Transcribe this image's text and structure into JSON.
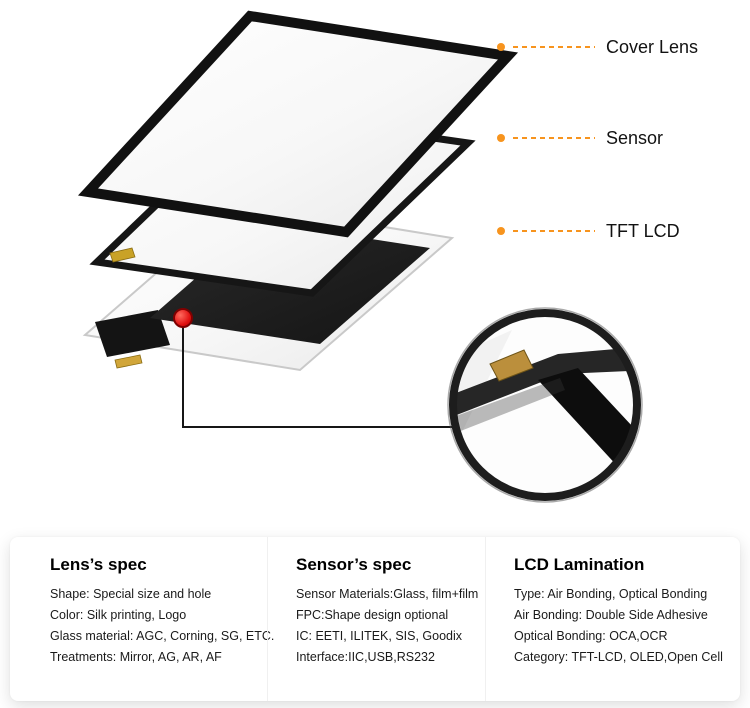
{
  "accent_color": "#f7941e",
  "marker_color": "#d40000",
  "diagram": {
    "callouts": [
      {
        "label": "Cover Lens"
      },
      {
        "label": "Sensor"
      },
      {
        "label": "TFT LCD"
      }
    ]
  },
  "specs": [
    {
      "title": "Lens’s spec",
      "lines": [
        "Shape: Special size and hole",
        "Color: Silk printing, Logo",
        "Glass material: AGC, Corning, SG, ETC.",
        "Treatments: Mirror, AG, AR, AF"
      ]
    },
    {
      "title": "Sensor’s spec",
      "lines": [
        "Sensor Materials:Glass, film+film",
        "FPC:Shape design optional",
        "IC: EETI, ILITEK, SIS, Goodix",
        "Interface:IIC,USB,RS232"
      ]
    },
    {
      "title": "LCD Lamination",
      "lines": [
        "Type: Air Bonding, Optical Bonding",
        "Air Bonding: Double Side Adhesive",
        "Optical Bonding: OCA,OCR",
        "Category: TFT-LCD, OLED,Open Cell"
      ]
    }
  ]
}
